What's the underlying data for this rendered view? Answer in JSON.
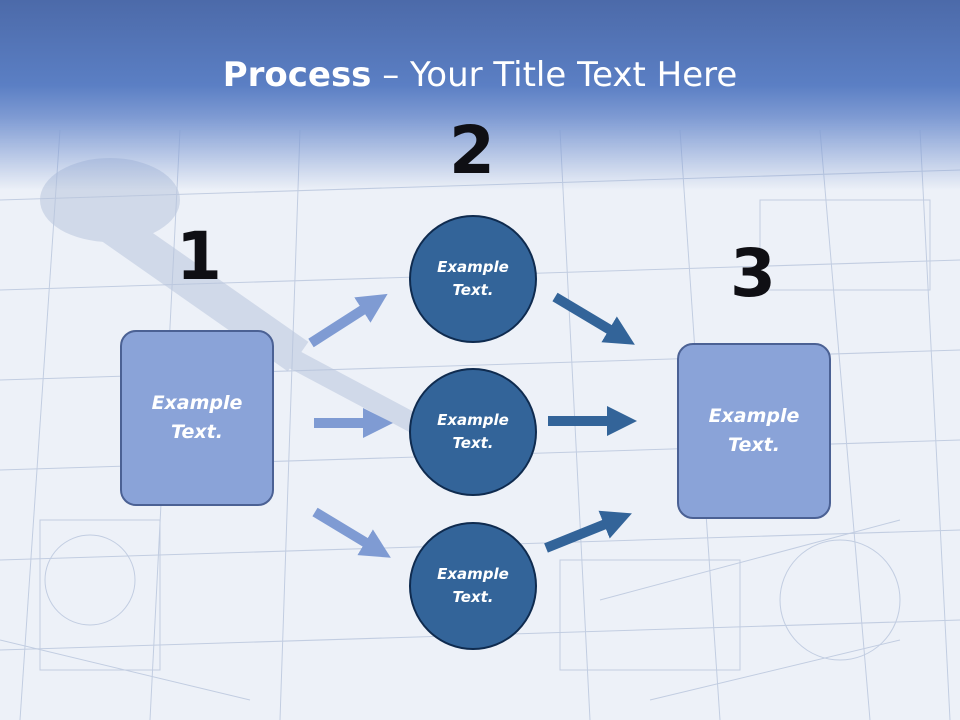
{
  "title": {
    "bold": "Process",
    "rest": " – Your Title Text Here"
  },
  "steps": {
    "one": "1",
    "two": "2",
    "three": "3"
  },
  "boxes": {
    "left": "Example\nText.",
    "right": "Example\nText."
  },
  "circles": [
    "Example\nText.",
    "Example\nText.",
    "Example\nText."
  ],
  "colors": {
    "box_fill": "#8aa3d8",
    "circle_fill": "#336499",
    "arrow_light": "#7f9bd3",
    "arrow_dark": "#336499",
    "header": "#5b7fc4"
  }
}
